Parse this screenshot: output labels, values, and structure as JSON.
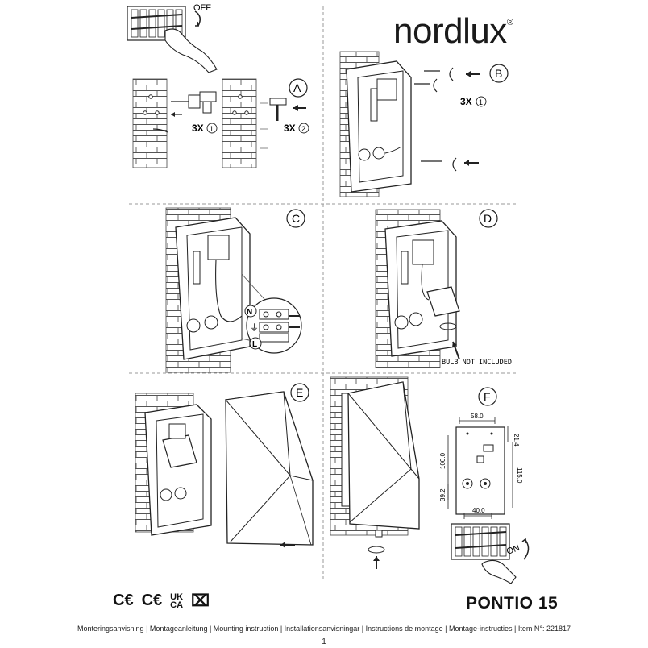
{
  "brand": {
    "name": "nordlux",
    "reg": "®"
  },
  "product": {
    "name": "PONTIO 15"
  },
  "steps": {
    "a": "A",
    "b": "B",
    "c": "C",
    "d": "D",
    "e": "E",
    "f": "F"
  },
  "counts": {
    "a1": "3X",
    "a1_num": "1",
    "a2": "3X",
    "a2_num": "2",
    "b1": "3X",
    "b1_num": "1"
  },
  "switch_labels": {
    "off": "OFF",
    "on": "ON"
  },
  "wiring": {
    "neutral": "N",
    "live": "L"
  },
  "bulb_note": "BULB NOT INCLUDED",
  "dimensions": {
    "top_width": "58.0",
    "top_offset": "21.4",
    "height_left": "100.0",
    "height_right": "115.0",
    "bottom_left": "39.2",
    "bottom_width": "40.0"
  },
  "certifications": {
    "ce1": "C€",
    "ce2": "C€",
    "ukca_top": "UK",
    "ukca_bottom": "CA",
    "weee": "⌧"
  },
  "footer": "Monteringsanvisning | Montageanleitung | Mounting instruction | Installationsanvisningar | Instructions de montage | Montage-instructies  | Item N°: 221817",
  "page_number": "1"
}
